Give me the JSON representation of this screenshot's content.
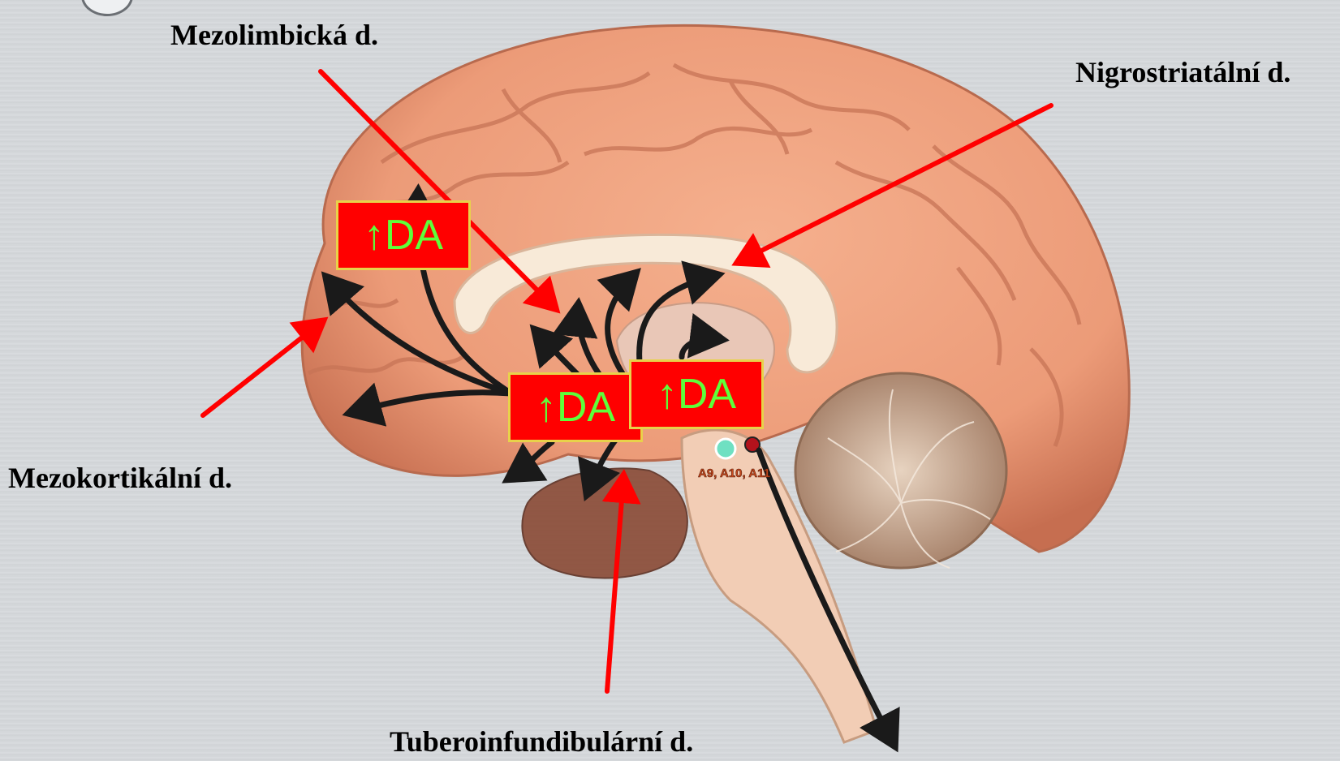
{
  "labels": {
    "mesolimbic": "Mezolimbická d.",
    "nigrostriatal": "Nigrostriatální d.",
    "mesocortical": "Mezokortikální d.",
    "tuberoinfundibular": "Tuberoinfundibulární d."
  },
  "da_boxes": [
    "↑DA",
    "↑DA",
    "↑DA"
  ],
  "nuclei_label": "A9, A10, A11",
  "colors": {
    "pointer_arrows": "#ff0000",
    "projection_arrows": "#1a1a1a",
    "da_box_fill": "#ff0000",
    "da_box_text": "#5dff3a",
    "da_box_border": "#e8d24a"
  }
}
